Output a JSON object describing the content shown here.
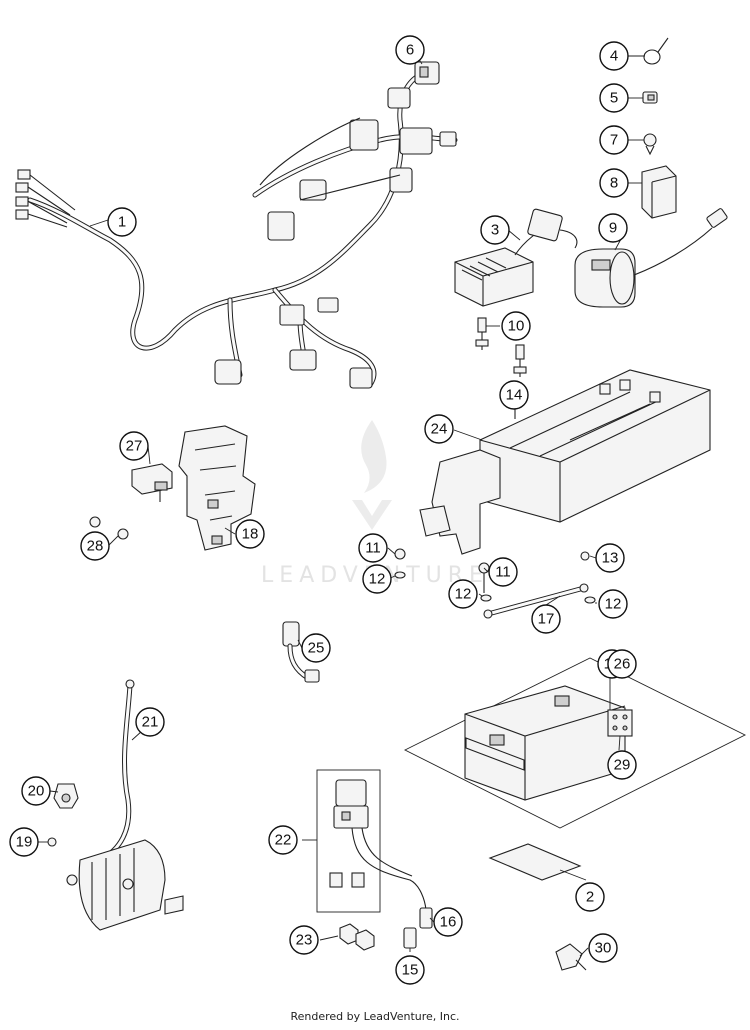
{
  "callouts": [
    "1",
    "2",
    "3",
    "4",
    "5",
    "6",
    "7",
    "8",
    "9",
    "10",
    "11",
    "11",
    "12",
    "12",
    "12",
    "12",
    "13",
    "14",
    "15",
    "16",
    "17",
    "18",
    "19",
    "20",
    "21",
    "22",
    "23",
    "24",
    "25",
    "26",
    "27",
    "28",
    "29",
    "30"
  ],
  "watermark": "LEADVENTURE",
  "footer": "Rendered by LeadVenture, Inc.",
  "colors": {
    "line": "#222222",
    "fill": "#f4f4f4",
    "watermark": "#e3e3e3"
  }
}
